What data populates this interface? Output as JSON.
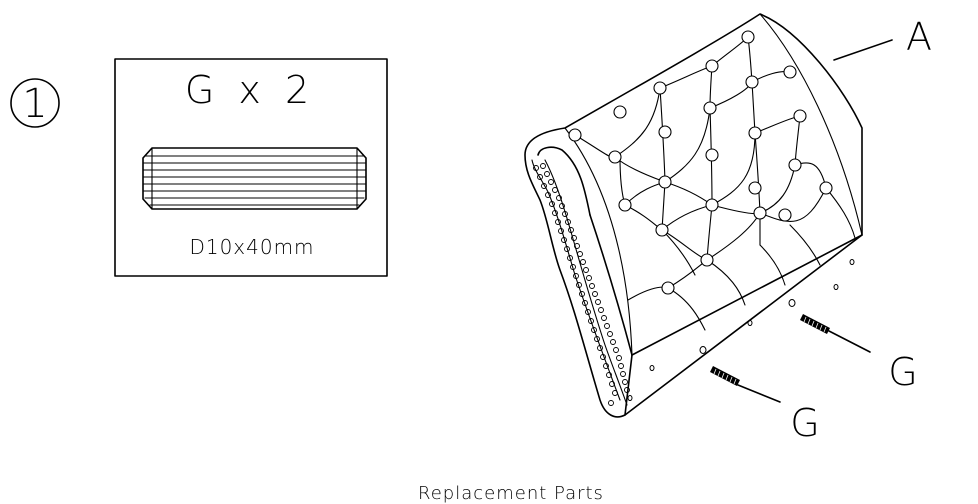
{
  "step": {
    "number": "1"
  },
  "parts_box": {
    "quantity_text": "G  x  2",
    "size_text": "D10x40mm"
  },
  "labels": {
    "part_a": "A",
    "part_g_right": "G",
    "part_g_bottom": "G"
  },
  "caption": "Replacement Parts"
}
